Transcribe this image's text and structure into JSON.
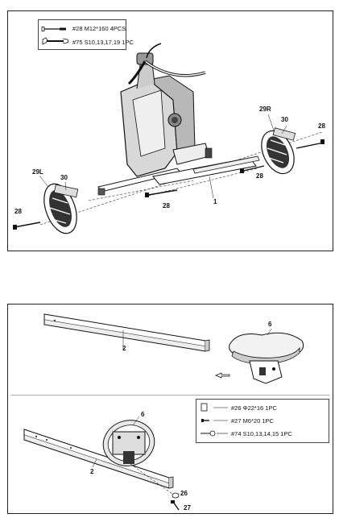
{
  "step_top": {
    "legend": [
      {
        "icon": "bolt-icon",
        "text": "#28 M12*160 4PCS"
      },
      {
        "icon": "wrench-icon",
        "text": "#75 S10,13,17,19 1PC"
      }
    ],
    "callouts": {
      "left_pedal": "29L",
      "right_pedal": "29R",
      "left_strap": "30",
      "right_strap": "30",
      "bolt_far_left": "28",
      "bolt_far_right": "28",
      "bolt_mid_right": "28",
      "bolt_mid_bottom": "28",
      "stabilizer": "1"
    }
  },
  "step_bottom": {
    "legend": [
      {
        "icon": "washer-icon",
        "text": "#26  Φ22*16  1PC"
      },
      {
        "icon": "bolt-icon",
        "text": "#27  M6*20  1PC"
      },
      {
        "icon": "wrench-icon",
        "text": "#74  S10,13,14,15 1PC"
      }
    ],
    "callouts": {
      "rail_top": "2",
      "seat_top": "6",
      "seat_bottom": "6",
      "rail_bottom": "2",
      "washer": "26",
      "bolt": "27"
    }
  }
}
